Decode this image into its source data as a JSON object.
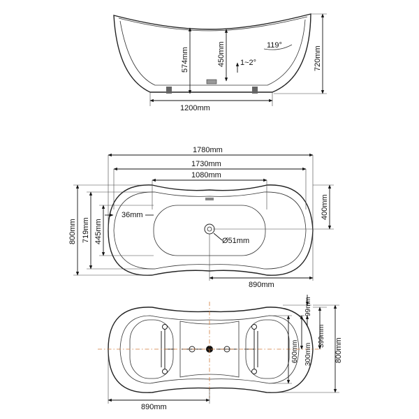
{
  "side_view": {
    "length_label": "1200mm",
    "height_574_label": "574mm",
    "height_450_label": "450mm",
    "slope_label": "1~2°",
    "angle_label": "119°",
    "height_720_label": "720mm"
  },
  "top_view": {
    "overall_length_label": "1780mm",
    "rim_length_label": "1730mm",
    "basin_length_label": "1080mm",
    "rim_offset_label": "36mm",
    "height_800_label": "800mm",
    "height_719_label": "719mm",
    "height_445_label": "445mm",
    "half_width_label": "400mm",
    "drain_label": "Ø51mm",
    "half_length_label": "890mm"
  },
  "bottom_view": {
    "half_length_label": "890mm",
    "dim_99_label": "99mm",
    "dim_399_label": "399mm",
    "dim_800_label": "800mm",
    "dim_600_label": "600mm",
    "dim_300_label": "300mm"
  }
}
